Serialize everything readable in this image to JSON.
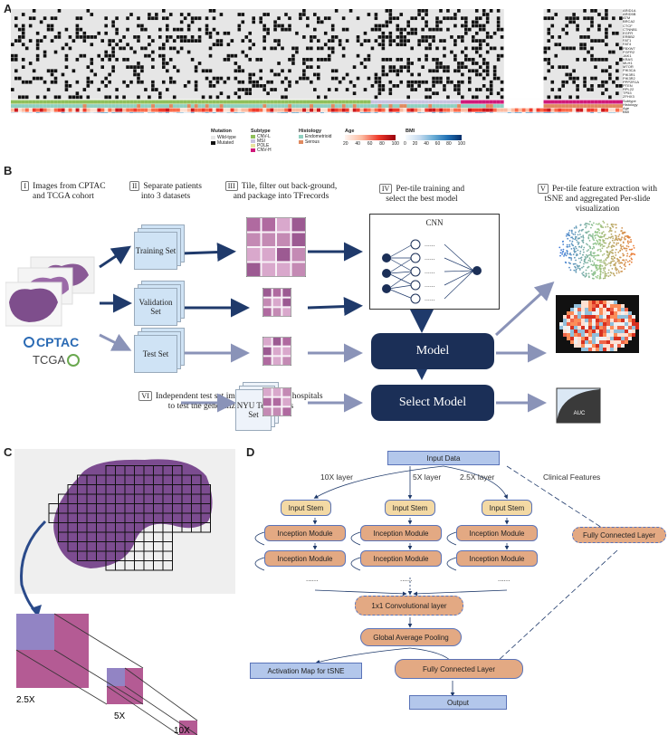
{
  "panels": {
    "a": "A",
    "b": "B",
    "c": "C",
    "d": "D"
  },
  "panel_a": {
    "genes": [
      "ARID1A",
      "ARID5B",
      "ATM",
      "BRCA2",
      "CTCF",
      "CTNNB1",
      "EGFR",
      "ERBB2",
      "FAT1",
      "FAT4",
      "FBXW7",
      "FGFR2",
      "JAK1",
      "KRAS",
      "MLH1",
      "MTOR",
      "PIK3CA",
      "PIK3R1",
      "PIK3R2",
      "PPP2R1A",
      "PTEN",
      "RPL22",
      "TP53",
      "ZFHX3",
      "Subtype",
      "Histology",
      "Age",
      "BMI"
    ],
    "legend": {
      "mutation_title": "Mutation",
      "mutation_items": [
        {
          "label": "Wild-type",
          "color": "#e6e6e6"
        },
        {
          "label": "Mutated",
          "color": "#111111"
        }
      ],
      "subtype_title": "Subtype",
      "subtype_items": [
        {
          "label": "CNV-L",
          "color": "#8fbf5a"
        },
        {
          "label": "MSI",
          "color": "#c9c3e0"
        },
        {
          "label": "POLE",
          "color": "#e8e3a0"
        },
        {
          "label": "CNV-H",
          "color": "#d0197a"
        }
      ],
      "histology_title": "Histology",
      "histology_items": [
        {
          "label": "Endometrioid",
          "color": "#8fd0c0"
        },
        {
          "label": "Serous",
          "color": "#e08a60"
        }
      ],
      "age_title": "Age",
      "age_ticks": [
        "20",
        "40",
        "60",
        "80",
        "100"
      ],
      "bmi_title": "BMI",
      "bmi_ticks": [
        "0",
        "20",
        "40",
        "60",
        "80",
        "100"
      ]
    }
  },
  "panel_b": {
    "step1": {
      "roman": "I",
      "text": "Images from CPTAC and TCGA cohort"
    },
    "step2": {
      "roman": "II",
      "text": "Separate patients into 3 datasets"
    },
    "step3": {
      "roman": "III",
      "text": "Tile, filter out back-ground, and package into TFrecords"
    },
    "step4": {
      "roman": "IV",
      "text": "Per-tile training and select the best model"
    },
    "step5": {
      "roman": "V",
      "text": "Per-tile feature extraction with tSNE and aggregated Per-slide visualization"
    },
    "step6": {
      "roman": "VI",
      "text": "Independent test set images from NYU hospitals to test the generalizability of models"
    },
    "training_set": "Training Set",
    "validation_set": "Validation Set",
    "test_set": "Test Set",
    "nyu_test_set": "NYU Test Set",
    "cnn_label": "CNN",
    "dots": "......",
    "model_label": "Model",
    "select_model_label": "Select Model",
    "auc_label": "AUC",
    "logo_cptac": "CPTAC",
    "logo_tcga": "TCGA",
    "colors": {
      "dark_navy": "#1b2f57",
      "arrow_dark": "#1f3a6b",
      "arrow_light": "#8a93b8",
      "set_blue": "#cfe3f5"
    }
  },
  "panel_c": {
    "labels": [
      "2.5X",
      "5X",
      "10X"
    ]
  },
  "panel_d": {
    "input_data": "Input Data",
    "layer_labels": [
      "10X layer",
      "5X layer",
      "2.5X layer"
    ],
    "clinical_features": "Clinical Features",
    "input_stem": "Input Stem",
    "inception_module": "Inception Module",
    "dots": "......",
    "fully_connected_layer": "Fully Connected Layer",
    "conv_layer": "1x1 Convolutional layer",
    "global_pool": "Global Average Pooling",
    "activation_map": "Activation Map for tSNE",
    "output": "Output",
    "colors": {
      "blue_box": "#b3c7eb",
      "yellow_box": "#f3d9a4",
      "orange_box": "#e3a983",
      "border_blue": "#5a73b8"
    }
  }
}
